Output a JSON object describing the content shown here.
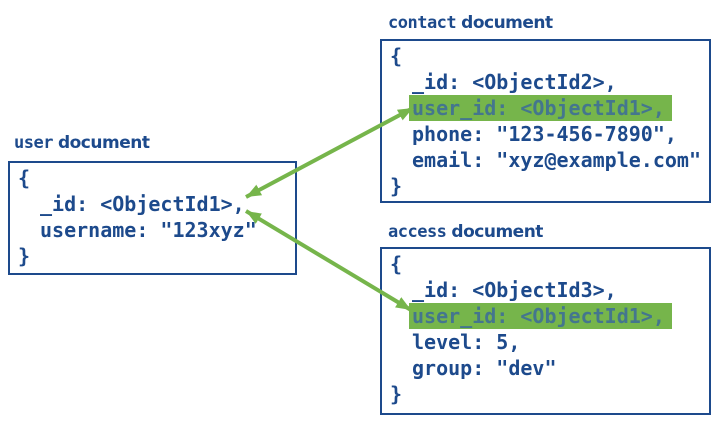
{
  "colors": {
    "navy": "#1D4A8C",
    "green": "#76B54B",
    "highlight_text": "#44768E",
    "bg": "#FFFFFF"
  },
  "documents": {
    "user": {
      "title_code": "user",
      "title_word": "document",
      "brace_open": "{",
      "brace_close": "}",
      "fields": [
        "_id: <ObjectId1>,",
        "username: \"123xyz\""
      ]
    },
    "contact": {
      "title_code": "contact",
      "title_word": "document",
      "brace_open": "{",
      "brace_close": "}",
      "fields": [
        "_id: <ObjectId2>,",
        "user_id: <ObjectId1>,",
        "phone: \"123-456-7890\",",
        "email: \"xyz@example.com\""
      ],
      "highlighted_field": "user_id: <ObjectId1>,"
    },
    "access": {
      "title_code": "access",
      "title_word": "document",
      "brace_open": "{",
      "brace_close": "}",
      "fields": [
        "_id: <ObjectId3>,",
        "user_id: <ObjectId1>,",
        "level: 5,",
        "group: \"dev\""
      ],
      "highlighted_field": "user_id: <ObjectId1>,"
    }
  },
  "relationships": [
    {
      "from": "user._id <ObjectId1>",
      "to": "contact.user_id <ObjectId1>",
      "arrow": "double-headed"
    },
    {
      "from": "user._id <ObjectId1>",
      "to": "access.user_id <ObjectId1>",
      "arrow": "double-headed"
    }
  ]
}
